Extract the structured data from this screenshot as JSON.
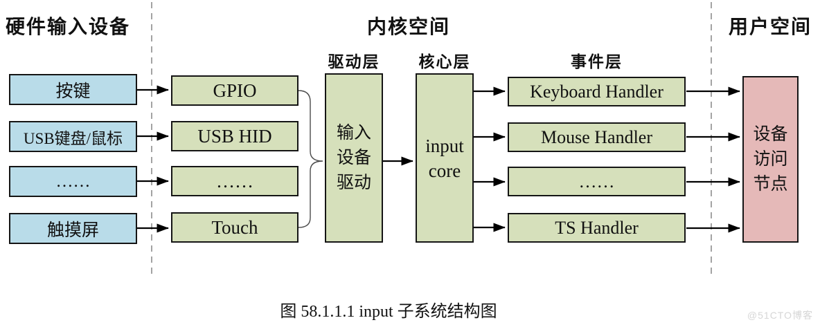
{
  "headers": {
    "hardware_space": "硬件输入设备",
    "kernel_space": "内核空间",
    "user_space": "用户空间",
    "driver_layer": "驱动层",
    "core_layer": "核心层",
    "event_layer": "事件层"
  },
  "hardware_column": {
    "items": [
      {
        "label": "按键"
      },
      {
        "label": "USB键盘/鼠标"
      },
      {
        "label": "……"
      },
      {
        "label": "触摸屏"
      }
    ]
  },
  "driver_column": {
    "items": [
      {
        "label": "GPIO"
      },
      {
        "label": "USB HID"
      },
      {
        "label": "……"
      },
      {
        "label": "Touch"
      }
    ]
  },
  "input_driver_box": {
    "lines": [
      "输入",
      "设备",
      "驱动"
    ]
  },
  "input_core_box": {
    "lines": [
      "input",
      "core"
    ]
  },
  "event_column": {
    "items": [
      {
        "label": "Keyboard Handler"
      },
      {
        "label": "Mouse Handler"
      },
      {
        "label": "……"
      },
      {
        "label": "TS Handler"
      }
    ]
  },
  "device_node_box": {
    "lines": [
      "设备",
      "访问",
      "节点"
    ]
  },
  "caption": "图 58.1.1.1 input 子系统结构图",
  "watermark": "@51CTO博客",
  "colors": {
    "hardware_box": "#b9dce9",
    "kernel_box": "#d6e0bb",
    "user_box": "#e5b9b8",
    "box_border": "#141414",
    "arrow": "#000000",
    "dashed_line": "#a3a3a3",
    "brace": "#4a4a4a",
    "watermark": "#d6d6d6"
  }
}
